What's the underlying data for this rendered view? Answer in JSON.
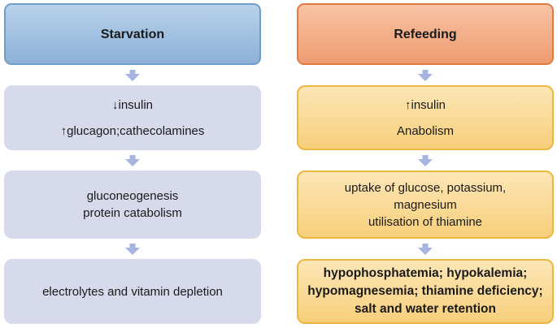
{
  "diagram": {
    "type": "flowchart",
    "subject": "starvation-and-refeeding-pathophysiology",
    "columns": {
      "left": {
        "header": {
          "label": "Starvation"
        },
        "boxes": [
          {
            "lines": [
              "↓insulin",
              "↑glucagon;cathecolamines"
            ]
          },
          {
            "lines": [
              "gluconeogenesis",
              "protein catabolism"
            ]
          },
          {
            "lines": [
              "electrolytes and vitamin depletion"
            ]
          }
        ]
      },
      "right": {
        "header": {
          "label": "Refeeding"
        },
        "boxes": [
          {
            "lines": [
              "↑insulin",
              "Anabolism"
            ]
          },
          {
            "lines": [
              "uptake of glucose, potassium,",
              "magnesium",
              "utilisation of thiamine"
            ]
          },
          {
            "lines": [
              "hypophosphatemia; hypokalemia;",
              "hypomagnesemia; thiamine deficiency;",
              "salt and water retention"
            ],
            "emphasis": "bold"
          }
        ]
      }
    },
    "icons": {
      "connector": "down-block-arrow"
    },
    "colors": {
      "starvation_header_fill_top": "#b9d2ea",
      "starvation_header_fill_bottom": "#8db1d8",
      "starvation_header_border": "#6f9dc9",
      "refeeding_header_fill_top": "#f7c3a4",
      "refeeding_header_fill_bottom": "#ee9c70",
      "refeeding_header_border": "#e07a42",
      "left_box_fill": "#d6daeb",
      "right_box_fill_top": "#fce6b6",
      "right_box_fill_bottom": "#f7cf7b",
      "right_box_border": "#ecb63f",
      "arrow": "#a5b4e0",
      "text": "#1a1a1a",
      "background": "#ffffff"
    }
  }
}
